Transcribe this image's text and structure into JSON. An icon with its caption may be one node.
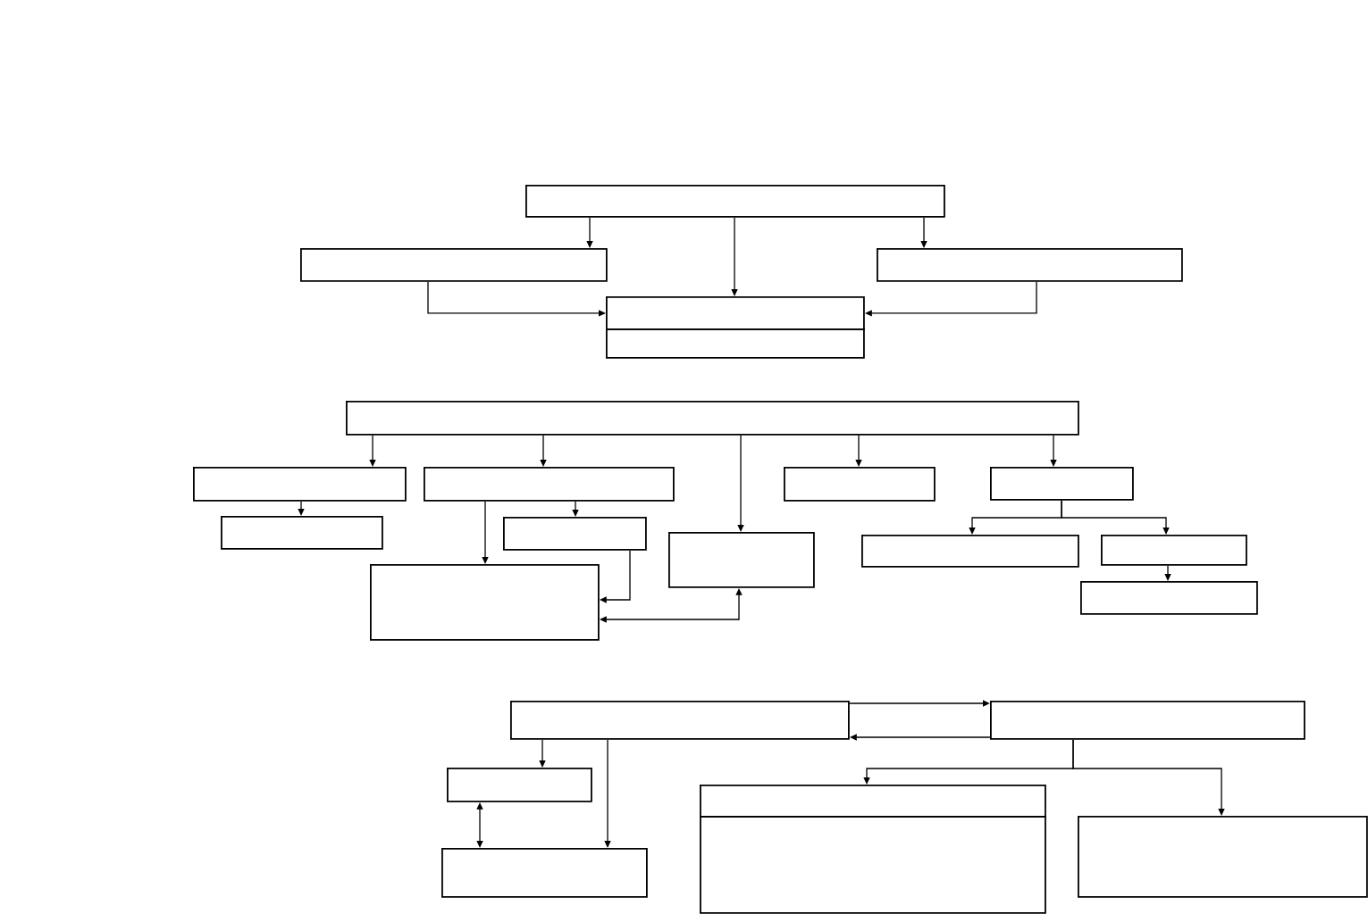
{
  "diagram": {
    "nodes": [
      {
        "text": [],
        "shape": "box"
      },
      {
        "text": [],
        "shape": "box"
      },
      {
        "text": [],
        "shape": "box"
      },
      {
        "text": [],
        "shape": "box"
      },
      {
        "text": [],
        "shape": "box"
      },
      {
        "text": [],
        "shape": "box"
      },
      {
        "text": [],
        "shape": "box"
      },
      {
        "text": [],
        "shape": "box"
      },
      {
        "text": [],
        "shape": "box"
      },
      {
        "text": [],
        "shape": "box"
      },
      {
        "text": [],
        "shape": "box"
      },
      {
        "text": [],
        "shape": "box"
      },
      {
        "text": [],
        "shape": "box"
      },
      {
        "text": [],
        "shape": "box"
      },
      {
        "text": [],
        "shape": "box"
      },
      {
        "text": [],
        "shape": "box"
      },
      {
        "text": [],
        "shape": "box"
      },
      {
        "text": [],
        "shape": "box"
      },
      {
        "text": [],
        "shape": "box"
      },
      {
        "text": [],
        "shape": "box"
      },
      {
        "text": [],
        "shape": "box"
      },
      {
        "text": [],
        "shape": "box"
      },
      {
        "text": [],
        "shape": "box"
      },
      {
        "text": [],
        "shape": "box"
      }
    ],
    "edges": [
      {
        "from": 0,
        "to": 1,
        "arrow": "to"
      },
      {
        "from": 0,
        "to": 3,
        "arrow": "to"
      },
      {
        "from": 0,
        "to": 2,
        "arrow": "to"
      },
      {
        "from": 1,
        "to": 3,
        "arrow": "to"
      },
      {
        "from": 2,
        "to": 3,
        "arrow": "to"
      },
      {
        "from": 5,
        "to": 6,
        "arrow": "to"
      },
      {
        "from": 5,
        "to": 7,
        "arrow": "to"
      },
      {
        "from": 5,
        "to": 12,
        "arrow": "to"
      },
      {
        "from": 5,
        "to": 8,
        "arrow": "to"
      },
      {
        "from": 5,
        "to": 9,
        "arrow": "to"
      },
      {
        "from": 6,
        "to": 10,
        "arrow": "to"
      },
      {
        "from": 7,
        "to": 11,
        "arrow": "to"
      },
      {
        "from": 7,
        "to": 15,
        "arrow": "to"
      },
      {
        "from": 11,
        "to": 15,
        "arrow": "to"
      },
      {
        "from": 12,
        "to": 15,
        "arrow": "both"
      },
      {
        "from": 9,
        "to": 13,
        "arrow": "to"
      },
      {
        "from": 9,
        "to": 14,
        "arrow": "to"
      },
      {
        "from": 14,
        "to": 16,
        "arrow": "to"
      },
      {
        "from": 17,
        "to": 18,
        "arrow": "to"
      },
      {
        "from": 18,
        "to": 17,
        "arrow": "to"
      },
      {
        "from": 17,
        "to": 19,
        "arrow": "to"
      },
      {
        "from": 17,
        "to": 23,
        "arrow": "to"
      },
      {
        "from": 19,
        "to": 23,
        "arrow": "both"
      },
      {
        "from": 18,
        "to": 20,
        "arrow": "to"
      },
      {
        "from": 18,
        "to": 22,
        "arrow": "to"
      }
    ]
  }
}
